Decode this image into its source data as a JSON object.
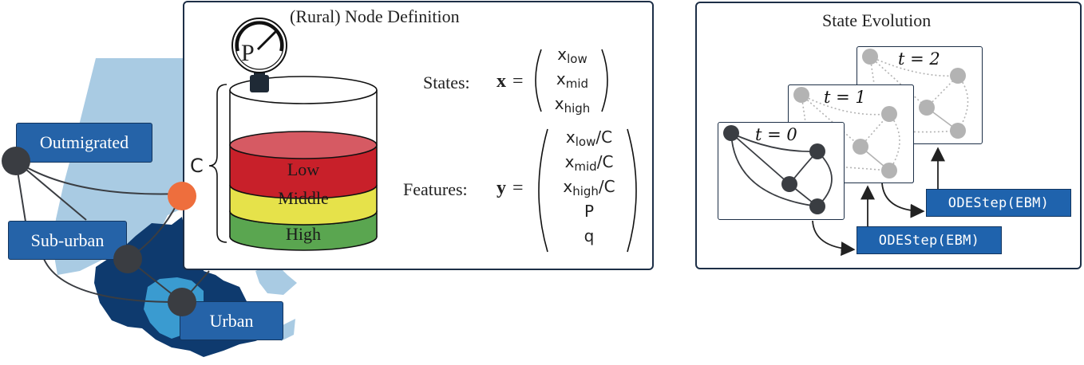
{
  "colors": {
    "map_light": "#a9cbe3",
    "map_dark": "#0e3a6e",
    "map_urban": "#3a9bd0",
    "node_dark": "#3a3d42",
    "node_rural": "#ee6e3d",
    "label_blue": "#2563a8",
    "layer_low": "#c8202a",
    "layer_low_top": "#d65a63",
    "layer_middle": "#e6e24a",
    "layer_high": "#5aa650",
    "node_faded": "#b3b3b3"
  },
  "map": {
    "labels": [
      {
        "id": "outmigrated",
        "text": "Outmigrated"
      },
      {
        "id": "suburban",
        "text": "Sub-urban"
      },
      {
        "id": "urban",
        "text": "Urban"
      }
    ]
  },
  "node_panel": {
    "title": "(Rural) Node Definition",
    "gauge_label": "P",
    "capacity_label": "C",
    "layers": [
      {
        "id": "low",
        "text": "Low"
      },
      {
        "id": "middle",
        "text": "Middle"
      },
      {
        "id": "high",
        "text": "High"
      }
    ],
    "states": {
      "label": "States:",
      "symbol": "x",
      "equals": "=",
      "entries": [
        {
          "base": "x",
          "sub": "low",
          "suffix": ""
        },
        {
          "base": "x",
          "sub": "mid",
          "suffix": ""
        },
        {
          "base": "x",
          "sub": "high",
          "suffix": ""
        }
      ]
    },
    "features": {
      "label": "Features:",
      "symbol": "y",
      "equals": "=",
      "entries": [
        {
          "base": "x",
          "sub": "low",
          "suffix": "/C"
        },
        {
          "base": "x",
          "sub": "mid",
          "suffix": "/C"
        },
        {
          "base": "x",
          "sub": "high",
          "suffix": "/C"
        },
        {
          "base": "P",
          "sub": "",
          "suffix": ""
        },
        {
          "base": "q",
          "sub": "",
          "suffix": ""
        }
      ]
    }
  },
  "evolution_panel": {
    "title": "State Evolution",
    "frames": [
      {
        "label": "t = 0"
      },
      {
        "label": "t = 1"
      },
      {
        "label": "t = 2"
      }
    ],
    "steps": [
      {
        "label": "ODEStep(EBM)"
      },
      {
        "label": "ODEStep(EBM)"
      }
    ]
  }
}
